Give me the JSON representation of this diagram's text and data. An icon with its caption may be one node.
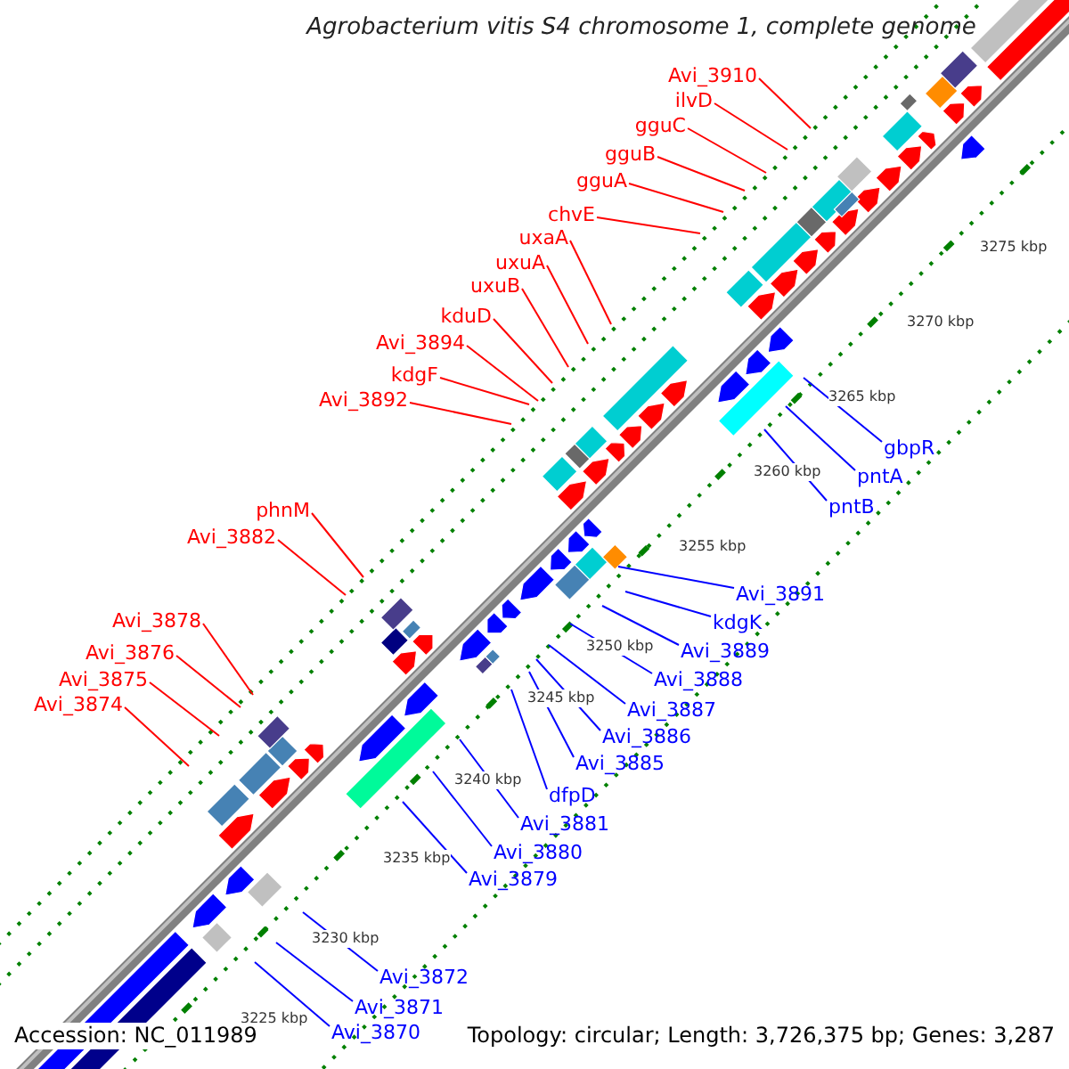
{
  "diagram": {
    "title": "Agrobacterium vitis S4 chromosome 1, complete genome",
    "nodes": [
      {
        "text": [
          "Avi_3910"
        ]
      },
      {
        "text": [
          "ilvD"
        ]
      },
      {
        "text": [
          "gguC"
        ]
      },
      {
        "text": [
          "gguB"
        ]
      },
      {
        "text": [
          "gguA"
        ]
      },
      {
        "text": [
          "chvE"
        ]
      },
      {
        "text": [
          "uxaA"
        ]
      },
      {
        "text": [
          "uxuA"
        ]
      },
      {
        "text": [
          "uxuB"
        ]
      },
      {
        "text": [
          "kduD"
        ]
      },
      {
        "text": [
          "Avi_3894"
        ]
      },
      {
        "text": [
          "kdgF"
        ]
      },
      {
        "text": [
          "Avi_3892"
        ]
      },
      {
        "text": [
          "phnM"
        ]
      },
      {
        "text": [
          "Avi_3882"
        ]
      },
      {
        "text": [
          "Avi_3878"
        ]
      },
      {
        "text": [
          "Avi_3876"
        ]
      },
      {
        "text": [
          "Avi_3875"
        ]
      },
      {
        "text": [
          "Avi_3874"
        ]
      },
      {
        "text": [
          "gbpR"
        ]
      },
      {
        "text": [
          "pntA"
        ]
      },
      {
        "text": [
          "pntB"
        ]
      },
      {
        "text": [
          "Avi_3891"
        ]
      },
      {
        "text": [
          "kdgK"
        ]
      },
      {
        "text": [
          "Avi_3889"
        ]
      },
      {
        "text": [
          "Avi_3888"
        ]
      },
      {
        "text": [
          "Avi_3887"
        ]
      },
      {
        "text": [
          "Avi_3886"
        ]
      },
      {
        "text": [
          "Avi_3885"
        ]
      },
      {
        "text": [
          "dfpD"
        ]
      },
      {
        "text": [
          "Avi_3881"
        ]
      },
      {
        "text": [
          "Avi_3880"
        ]
      },
      {
        "text": [
          "Avi_3879"
        ]
      },
      {
        "text": [
          "Avi_3872"
        ]
      },
      {
        "text": [
          "Avi_3871"
        ]
      },
      {
        "text": [
          "Avi_3870"
        ]
      }
    ],
    "edges": [
      {
        "from": 0,
        "to": null,
        "arrow": "none"
      },
      {
        "from": 1,
        "to": null,
        "arrow": "none"
      },
      {
        "from": 2,
        "to": null,
        "arrow": "none"
      },
      {
        "from": 3,
        "to": null,
        "arrow": "none"
      },
      {
        "from": 4,
        "to": null,
        "arrow": "none"
      },
      {
        "from": 5,
        "to": null,
        "arrow": "none"
      },
      {
        "from": 6,
        "to": null,
        "arrow": "none"
      },
      {
        "from": 7,
        "to": null,
        "arrow": "none"
      },
      {
        "from": 8,
        "to": null,
        "arrow": "none"
      },
      {
        "from": 9,
        "to": null,
        "arrow": "none"
      },
      {
        "from": 10,
        "to": null,
        "arrow": "none"
      },
      {
        "from": 11,
        "to": null,
        "arrow": "none"
      },
      {
        "from": 12,
        "to": null,
        "arrow": "none"
      },
      {
        "from": 13,
        "to": null,
        "arrow": "none"
      },
      {
        "from": 14,
        "to": null,
        "arrow": "none"
      },
      {
        "from": 15,
        "to": null,
        "arrow": "none"
      },
      {
        "from": 16,
        "to": null,
        "arrow": "none"
      },
      {
        "from": 17,
        "to": null,
        "arrow": "none"
      },
      {
        "from": 18,
        "to": null,
        "arrow": "none"
      },
      {
        "from": 19,
        "to": null,
        "arrow": "none",
        "color": "#0000ff"
      },
      {
        "from": 20,
        "to": null,
        "arrow": "none",
        "color": "#0000ff"
      },
      {
        "from": 21,
        "to": null,
        "arrow": "none",
        "color": "#0000ff"
      },
      {
        "from": 22,
        "to": null,
        "arrow": "none",
        "color": "#0000ff"
      },
      {
        "from": 23,
        "to": null,
        "arrow": "none",
        "color": "#0000ff"
      },
      {
        "from": 24,
        "to": null,
        "arrow": "none",
        "color": "#0000ff"
      },
      {
        "from": 25,
        "to": null,
        "arrow": "none",
        "color": "#0000ff"
      },
      {
        "from": 26,
        "to": null,
        "arrow": "none",
        "color": "#0000ff"
      },
      {
        "from": 27,
        "to": null,
        "arrow": "none",
        "color": "#0000ff"
      },
      {
        "from": 28,
        "to": null,
        "arrow": "none",
        "color": "#0000ff"
      },
      {
        "from": 29,
        "to": null,
        "arrow": "none",
        "color": "#0000ff"
      },
      {
        "from": 30,
        "to": null,
        "arrow": "none",
        "color": "#0000ff"
      },
      {
        "from": 31,
        "to": null,
        "arrow": "none",
        "color": "#0000ff"
      },
      {
        "from": 32,
        "to": null,
        "arrow": "none",
        "color": "#0000ff"
      },
      {
        "from": 33,
        "to": null,
        "arrow": "none",
        "color": "#0000ff"
      },
      {
        "from": 34,
        "to": null,
        "arrow": "none",
        "color": "#0000ff"
      },
      {
        "from": 35,
        "to": null,
        "arrow": "none",
        "color": "#0000ff"
      }
    ],
    "labels": [
      "3275 kbp",
      "3270 kbp",
      "3265 kbp",
      "3260 kbp",
      "3255 kbp",
      "3250 kbp",
      "3245 kbp",
      "3240 kbp",
      "3235 kbp",
      "3230 kbp",
      "3225 kbp",
      "Accession: NC_011989",
      "Topology: circular; Length: 3,726,375 bp; Genes: 3,287"
    ]
  }
}
